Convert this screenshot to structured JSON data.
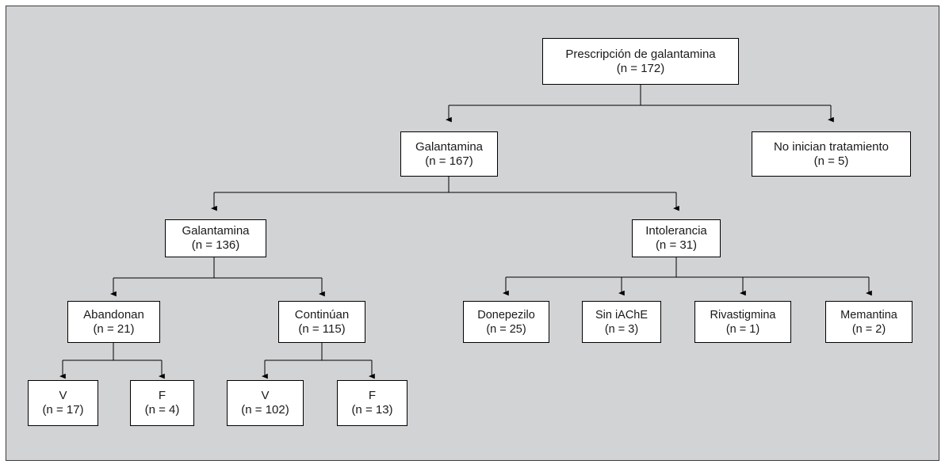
{
  "figure": {
    "type": "flowchart",
    "language": "es",
    "background_color": "#d2d3d5",
    "node_fill": "#ffffff",
    "node_border": "#000000",
    "connector_color": "#000000"
  },
  "nodes": {
    "root": {
      "label": "Prescripción de galantamina",
      "count": "(n = 172)"
    },
    "galantamina_167": {
      "label": "Galantamina",
      "count": "(n = 167)"
    },
    "no_inician": {
      "label": "No inician tratamiento",
      "count": "(n = 5)"
    },
    "galantamina_136": {
      "label": "Galantamina",
      "count": "(n = 136)"
    },
    "intolerancia": {
      "label": "Intolerancia",
      "count": "(n = 31)"
    },
    "abandonan": {
      "label": "Abandonan",
      "count": "(n = 21)"
    },
    "continuan": {
      "label": "Continúan",
      "count": "(n = 115)"
    },
    "donepezilo": {
      "label": "Donepezilo",
      "count": "(n = 25)"
    },
    "sin_iache": {
      "label": "Sin iAChE",
      "count": "(n = 3)"
    },
    "rivastigmina": {
      "label": "Rivastigmina",
      "count": "(n = 1)"
    },
    "memantina": {
      "label": "Memantina",
      "count": "(n = 2)"
    },
    "aband_v": {
      "label": "V",
      "count": "(n = 17)"
    },
    "aband_f": {
      "label": "F",
      "count": "(n = 4)"
    },
    "cont_v": {
      "label": "V",
      "count": "(n = 102)"
    },
    "cont_f": {
      "label": "F",
      "count": "(n = 13)"
    }
  },
  "chart_data": {
    "type": "flowchart",
    "title": "Prescripción de galantamina",
    "levels": [
      {
        "level": 1,
        "items": [
          {
            "label": "Prescripción de galantamina",
            "n": 172
          }
        ]
      },
      {
        "level": 2,
        "items": [
          {
            "label": "Galantamina",
            "n": 167
          },
          {
            "label": "No inician tratamiento",
            "n": 5
          }
        ]
      },
      {
        "level": 3,
        "items": [
          {
            "label": "Galantamina",
            "n": 136
          },
          {
            "label": "Intolerancia",
            "n": 31
          }
        ]
      },
      {
        "level": 4,
        "items": [
          {
            "label": "Abandonan",
            "n": 21
          },
          {
            "label": "Continúan",
            "n": 115
          },
          {
            "label": "Donepezilo",
            "n": 25
          },
          {
            "label": "Sin iAChE",
            "n": 3
          },
          {
            "label": "Rivastigmina",
            "n": 1
          },
          {
            "label": "Memantina",
            "n": 2
          }
        ]
      },
      {
        "level": 5,
        "items": [
          {
            "label": "V",
            "n": 17
          },
          {
            "label": "F",
            "n": 4
          },
          {
            "label": "V",
            "n": 102
          },
          {
            "label": "F",
            "n": 13
          }
        ]
      }
    ],
    "edges": [
      {
        "from": "Prescripción de galantamina",
        "to": "Galantamina (n = 167)"
      },
      {
        "from": "Prescripción de galantamina",
        "to": "No inician tratamiento (n = 5)"
      },
      {
        "from": "Galantamina (n = 167)",
        "to": "Galantamina (n = 136)"
      },
      {
        "from": "Galantamina (n = 167)",
        "to": "Intolerancia (n = 31)"
      },
      {
        "from": "Galantamina (n = 136)",
        "to": "Abandonan (n = 21)"
      },
      {
        "from": "Galantamina (n = 136)",
        "to": "Continúan (n = 115)"
      },
      {
        "from": "Intolerancia (n = 31)",
        "to": "Donepezilo (n = 25)"
      },
      {
        "from": "Intolerancia (n = 31)",
        "to": "Sin iAChE (n = 3)"
      },
      {
        "from": "Intolerancia (n = 31)",
        "to": "Rivastigmina (n = 1)"
      },
      {
        "from": "Intolerancia (n = 31)",
        "to": "Memantina (n = 2)"
      },
      {
        "from": "Abandonan (n = 21)",
        "to": "V (n = 17)"
      },
      {
        "from": "Abandonan (n = 21)",
        "to": "F (n = 4)"
      },
      {
        "from": "Continúan (n = 115)",
        "to": "V (n = 102)"
      },
      {
        "from": "Continúan (n = 115)",
        "to": "F (n = 13)"
      }
    ]
  }
}
